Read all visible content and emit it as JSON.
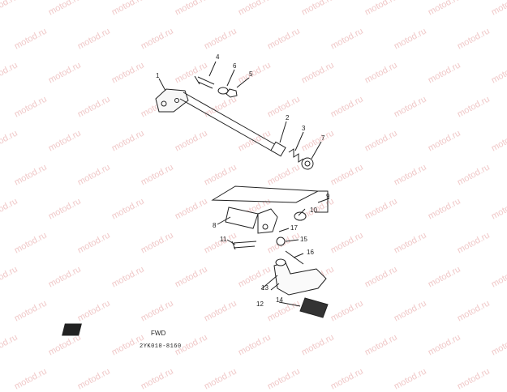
{
  "watermark": "motod.ru",
  "diagram_code": "2YK010-8160",
  "arrow_badge_text": "FWD",
  "parts": [
    {
      "n": "1"
    },
    {
      "n": "2"
    },
    {
      "n": "3"
    },
    {
      "n": "4"
    },
    {
      "n": "5"
    },
    {
      "n": "6"
    },
    {
      "n": "7"
    },
    {
      "n": "8"
    },
    {
      "n": "9"
    },
    {
      "n": "10"
    },
    {
      "n": "11"
    },
    {
      "n": "12"
    },
    {
      "n": "13"
    },
    {
      "n": "14"
    },
    {
      "n": "15"
    },
    {
      "n": "16"
    },
    {
      "n": "17"
    }
  ]
}
